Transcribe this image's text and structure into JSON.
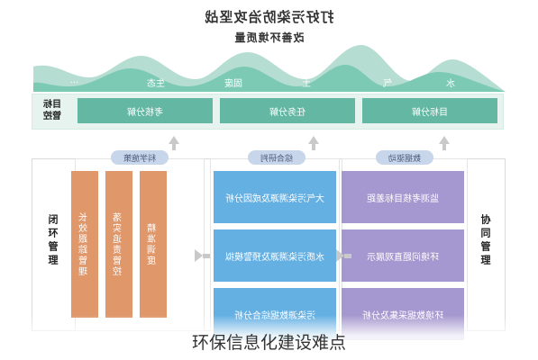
{
  "header": {
    "title_line1": "打好污染防治攻坚战",
    "title_line2": "改善环境质量"
  },
  "mountain_labels": [
    "水",
    "气",
    "土",
    "固废",
    "生态",
    "..."
  ],
  "goal_row": {
    "side_label_top": "目标",
    "side_label_bottom": "管控",
    "boxes": [
      "目标分解",
      "任务分解",
      "考核分解"
    ]
  },
  "section_pills": [
    "数据驱动",
    "综合研判",
    "科学施策"
  ],
  "left_column": [
    "监测考核目标差距",
    "环境问题直观展示",
    "环境数据采集及分析"
  ],
  "middle_column": [
    "大气污染溯源及成因分析",
    "水质污染溯源及预警模拟",
    "污染源数据综合分析"
  ],
  "right_column": [
    "精准调度",
    "落实追责管控",
    "长效跟踪管理"
  ],
  "side_labels": {
    "left": "协同管理",
    "right": "闭环管理"
  },
  "caption": "环保信息化建设难点",
  "colors": {
    "teal": "#63b7a3",
    "mountain_light": "#b6ddd1",
    "mountain_dark": "#7ccab4",
    "blue": "#64b0e3",
    "purple": "#a597cf",
    "orange": "#e0976a",
    "pill": "#c8d6ec",
    "arrow": "#c9c9c9"
  }
}
